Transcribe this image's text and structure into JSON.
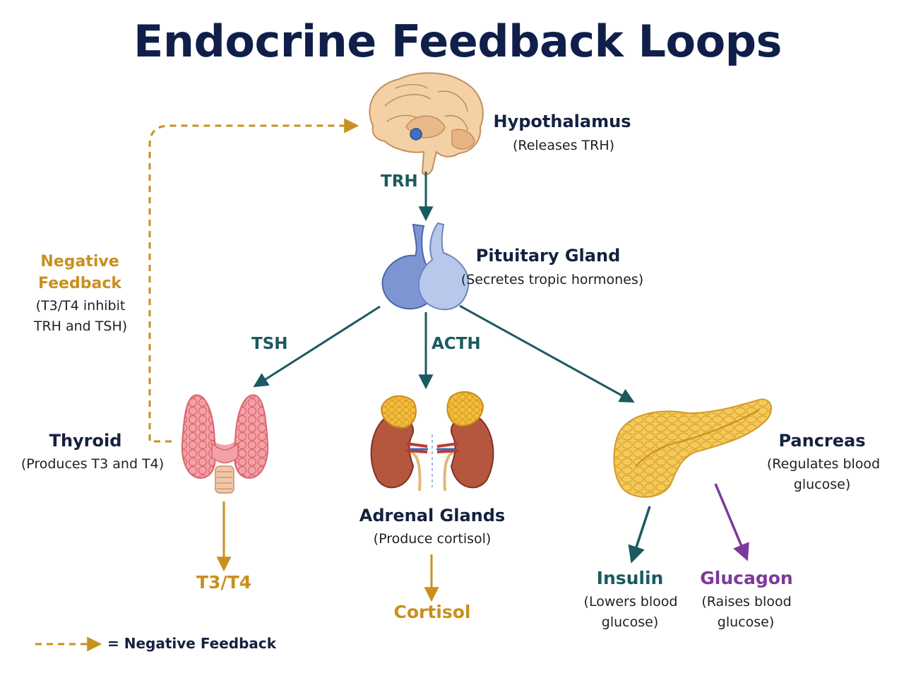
{
  "title": "Endocrine Feedback Loops",
  "colors": {
    "navy": "#0f1f4a",
    "teal": "#1a5a60",
    "gold": "#c8901e",
    "purple": "#7b3a9b"
  },
  "nodes": {
    "hypothalamus": {
      "name": "Hypothalamus",
      "desc": "(Releases TRH)",
      "icon": "brain-icon"
    },
    "pituitary": {
      "name": "Pituitary Gland",
      "desc": "(Secretes tropic hormones)",
      "icon": "pituitary-icon"
    },
    "thyroid": {
      "name": "Thyroid",
      "desc": "(Produces T3 and T4)",
      "icon": "thyroid-icon"
    },
    "adrenal": {
      "name": "Adrenal Glands",
      "desc": "(Produce cortisol)",
      "icon": "adrenal-kidneys-icon"
    },
    "pancreas": {
      "name": "Pancreas",
      "desc_line1": "(Regulates blood",
      "desc_line2": "glucose)",
      "icon": "pancreas-icon"
    }
  },
  "hormones": {
    "trh": "TRH",
    "tsh": "TSH",
    "acth": "ACTH",
    "t3t4": "T3/T4",
    "cortisol": "Cortisol",
    "insulin": {
      "name": "Insulin",
      "desc_line1": "(Lowers blood",
      "desc_line2": "glucose)"
    },
    "glucagon": {
      "name": "Glucagon",
      "desc_line1": "(Raises blood",
      "desc_line2": "glucose)"
    }
  },
  "feedback": {
    "title_line1": "Negative",
    "title_line2": "Feedback",
    "desc_line1": "(T3/T4 inhibit",
    "desc_line2": "TRH and TSH)"
  },
  "legend": {
    "label": "= Negative Feedback"
  }
}
